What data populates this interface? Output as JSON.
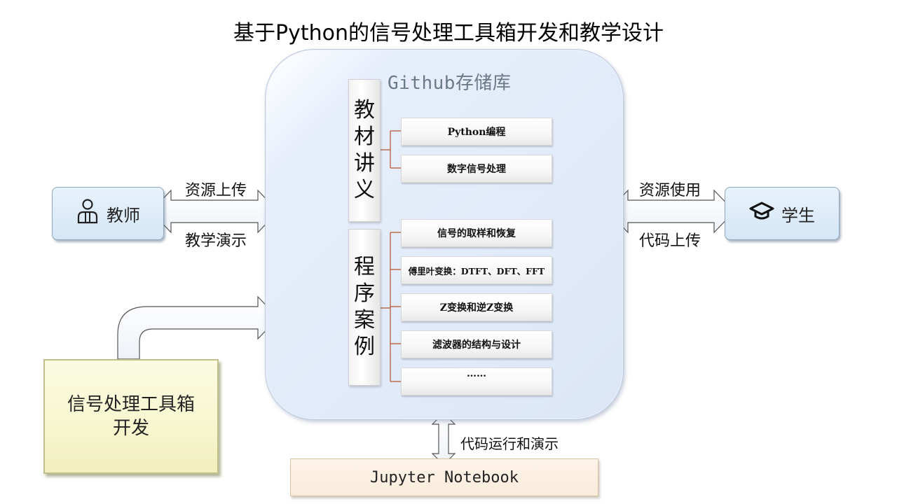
{
  "title": "基于Python的信号处理工具箱开发和教学设计",
  "repo": {
    "title": "Github存储库",
    "materials": {
      "label_chars": [
        "教",
        "材",
        "讲",
        "义"
      ],
      "items": [
        "Python编程",
        "数字信号处理"
      ]
    },
    "programs": {
      "label_chars": [
        "程",
        "序",
        "案",
        "例"
      ],
      "items": [
        "信号的取样和恢复",
        "傅里叶变换：DTFT、DFT、FFT",
        "Z变换和逆Z变换",
        "滤波器的结构与设计",
        "……"
      ]
    }
  },
  "teacher": {
    "label": "教师",
    "icon": "teacher-icon"
  },
  "student": {
    "label": "学生",
    "icon": "graduation-cap-icon"
  },
  "edges": {
    "teacher_upload": "资源上传",
    "teacher_demo": "教学演示",
    "student_use": "资源使用",
    "student_upload": "代码上传",
    "jupyter_run": "代码运行和演示"
  },
  "toolbox": {
    "line1": "信号处理工具箱",
    "line2": "开发"
  },
  "jupyter": {
    "label": "Jupyter Notebook"
  },
  "colors": {
    "repo_fill": "#e2ebf9",
    "node_fill": "#d5e6f6",
    "toolbox_fill": "#f7f6cf",
    "jupyter_fill": "#fdf3e7",
    "connector": "#b5542a"
  }
}
